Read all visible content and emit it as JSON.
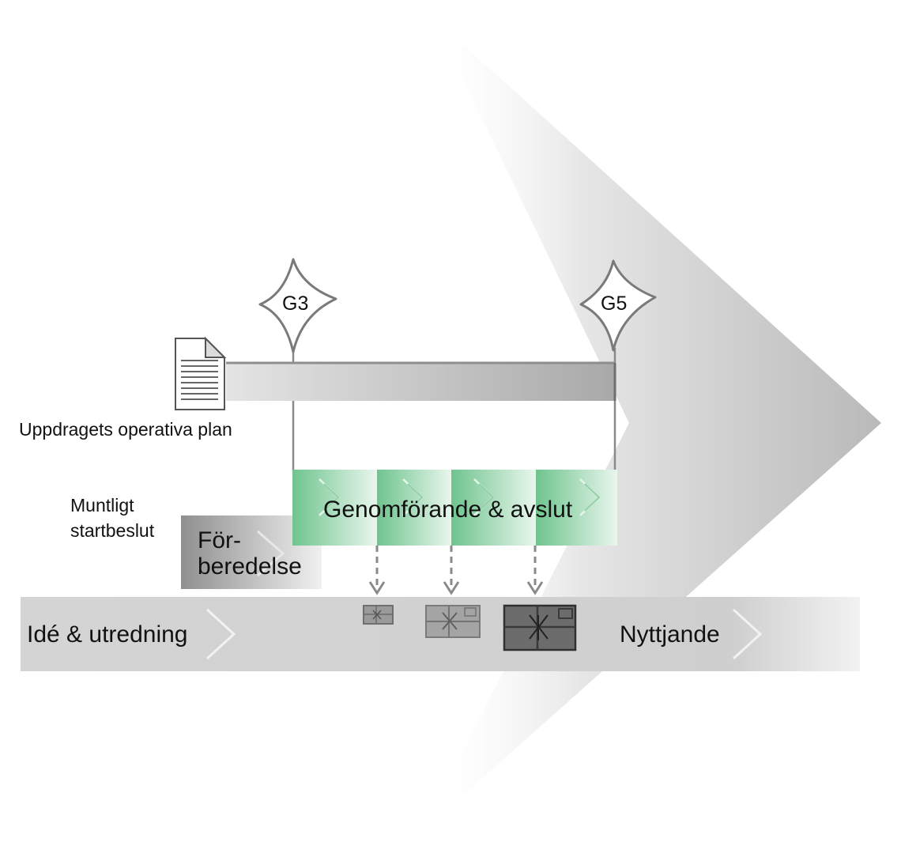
{
  "gates": {
    "g3": {
      "label": "G3"
    },
    "g5": {
      "label": "G5"
    }
  },
  "plan": {
    "caption": "Uppdragets operativa plan"
  },
  "start_decision": {
    "line1": "Muntligt",
    "line2": "startbeslut"
  },
  "phases": {
    "preparation": {
      "line1": "För-",
      "line2": "beredelse"
    },
    "execution": {
      "label": "Genomförande & avslut"
    },
    "idea": {
      "label": "Idé & utredning"
    },
    "benefit": {
      "label": "Nyttjande"
    }
  },
  "deliverables": [
    {
      "level": "small"
    },
    {
      "level": "medium"
    },
    {
      "level": "large"
    }
  ],
  "colors": {
    "green": "#7cc896",
    "green_light": "#e8f6ec",
    "gray_band": "#c8c8c8",
    "gray_dark": "#8a8a8a",
    "line": "#7a7a7a"
  }
}
